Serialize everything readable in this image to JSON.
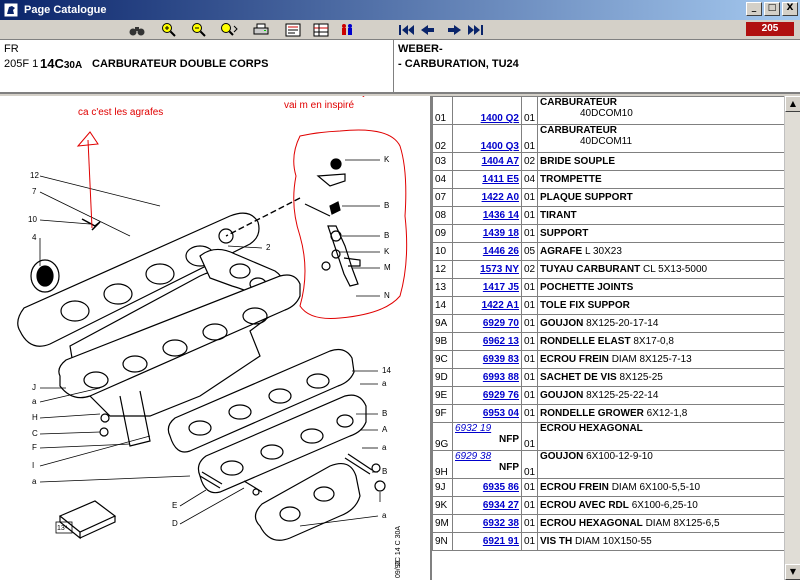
{
  "window": {
    "title": "Page Catalogue",
    "minimize": "_",
    "maximize": "□",
    "close": "X"
  },
  "toolbar": {
    "badge": "205",
    "icons": [
      "binoculars-icon",
      "zoom-in-icon",
      "zoom-out-icon",
      "zoom-fit-icon",
      "print-icon",
      "document-icon",
      "grid-icon",
      "people-icon",
      "nav-first-icon",
      "nav-prev-icon",
      "nav-next-icon",
      "nav-last-icon"
    ]
  },
  "header": {
    "country": "FR",
    "model": "205F 1",
    "code_main": "14C",
    "code_sub": "30A",
    "title": "CARBURATEUR DOUBLE CORPS",
    "maker": "WEBER-",
    "section": "- CARBURATION, TU24"
  },
  "notes": {
    "agrafes": "ca c'est les agrafes",
    "patte": "ca c'est la patte de fixation je vai pt etr commandé sinon je vai m en inspiré"
  },
  "diagram": {
    "callouts_left": [
      "12",
      "7",
      "10",
      "4",
      "J",
      "a",
      "H",
      "C",
      "F",
      "I",
      "a"
    ],
    "callouts_top": [
      "2"
    ],
    "callouts_mid": [
      "14",
      "a",
      "B",
      "A",
      "a",
      "B",
      "E",
      "D",
      "a"
    ],
    "callouts_right": [
      "K",
      "B",
      "B",
      "K",
      "M",
      "N"
    ],
    "stamp": "13⁴",
    "side_label": "2C 14 C 30A",
    "side_date": "09/92"
  },
  "parts": [
    {
      "idx": "01",
      "ref": "1400 Q2",
      "qty": "01",
      "name": "CARBURATEUR",
      "detail": "",
      "sub": "40DCOM10"
    },
    {
      "idx": "02",
      "ref": "1400 Q3",
      "qty": "01",
      "name": "CARBURATEUR",
      "detail": "",
      "sub": "40DCOM11"
    },
    {
      "idx": "03",
      "ref": "1404 A7",
      "qty": "02",
      "name": "BRIDE SOUPLE",
      "detail": ""
    },
    {
      "idx": "04",
      "ref": "1411 E5",
      "qty": "04",
      "name": "TROMPETTE",
      "detail": ""
    },
    {
      "idx": "07",
      "ref": "1422 A0",
      "qty": "01",
      "name": "PLAQUE SUPPORT",
      "detail": ""
    },
    {
      "idx": "08",
      "ref": "1436 14",
      "qty": "01",
      "name": "TIRANT",
      "detail": ""
    },
    {
      "idx": "09",
      "ref": "1439 18",
      "qty": "01",
      "name": "SUPPORT",
      "detail": ""
    },
    {
      "idx": "10",
      "ref": "1446 26",
      "qty": "05",
      "name": "AGRAFE",
      "detail": "L 30X23"
    },
    {
      "idx": "12",
      "ref": "1573 NY",
      "qty": "02",
      "name": "TUYAU CARBURANT",
      "detail": "CL 5X13-5000"
    },
    {
      "idx": "13",
      "ref": "1417 J5",
      "qty": "01",
      "name": "POCHETTE JOINTS",
      "detail": ""
    },
    {
      "idx": "14",
      "ref": "1422 A1",
      "qty": "01",
      "name": "TOLE FIX SUPPOR",
      "detail": ""
    },
    {
      "idx": "9A",
      "ref": "6929 70",
      "qty": "01",
      "name": "GOUJON",
      "detail": "8X125-20-17-14"
    },
    {
      "idx": "9B",
      "ref": "6962 13",
      "qty": "01",
      "name": "RONDELLE ELAST",
      "detail": "8X17-0,8"
    },
    {
      "idx": "9C",
      "ref": "6939 83",
      "qty": "01",
      "name": "ECROU FREIN",
      "detail": "DIAM 8X125-7-13"
    },
    {
      "idx": "9D",
      "ref": "6993 88",
      "qty": "01",
      "name": "SACHET DE VIS",
      "detail": "8X125-25"
    },
    {
      "idx": "9E",
      "ref": "6929 76",
      "qty": "01",
      "name": "GOUJON",
      "detail": "8X125-25-22-14"
    },
    {
      "idx": "9F",
      "ref": "6953 04",
      "qty": "01",
      "name": "RONDELLE GROWER",
      "detail": "6X12-1,8"
    },
    {
      "idx": "9G",
      "ref": "6932 19",
      "qty": "01",
      "name": "ECROU HEXAGONAL",
      "detail": "",
      "nfp": "NFP",
      "italic": true
    },
    {
      "idx": "9H",
      "ref": "6929 38",
      "qty": "01",
      "name": "GOUJON",
      "detail": "6X100-12-9-10",
      "nfp": "NFP",
      "italic": true
    },
    {
      "idx": "9J",
      "ref": "6935 86",
      "qty": "01",
      "name": "ECROU FREIN",
      "detail": "DIAM 6X100-5,5-10"
    },
    {
      "idx": "9K",
      "ref": "6934 27",
      "qty": "01",
      "name": "ECROU AVEC RDL",
      "detail": "6X100-6,25-10"
    },
    {
      "idx": "9M",
      "ref": "6932 38",
      "qty": "01",
      "name": "ECROU HEXAGONAL",
      "detail": "DIAM 8X125-6,5"
    },
    {
      "idx": "9N",
      "ref": "6921 91",
      "qty": "01",
      "name": "VIS TH",
      "detail": "DIAM 10X150-55"
    }
  ]
}
